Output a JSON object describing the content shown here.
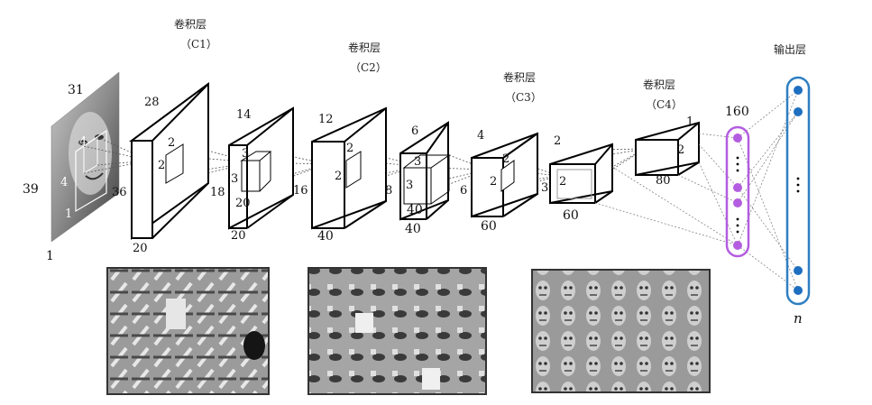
{
  "layers": {
    "c1": {
      "title": "卷积层",
      "sub": "（C1）"
    },
    "c2": {
      "title": "卷积层",
      "sub": "（C2）"
    },
    "c3": {
      "title": "卷积层",
      "sub": "（C3）"
    },
    "c4": {
      "title": "卷积层",
      "sub": "（C4）"
    },
    "output": {
      "title": "输出层"
    }
  },
  "input": {
    "width": "31",
    "height": "39",
    "depth": "1",
    "kernel_a": "4",
    "kernel_b": "4",
    "kernel_depth": "1"
  },
  "c1_dims": {
    "w": "28",
    "h": "36",
    "d": "20",
    "k1": "2",
    "k2": "2"
  },
  "p1_dims": {
    "w": "14",
    "h": "18",
    "d": "20",
    "k1": "3",
    "k2": "3",
    "k3": "20"
  },
  "c2_dims": {
    "w": "12",
    "h": "16",
    "d": "40",
    "k1": "2",
    "k2": "2"
  },
  "p2_dims": {
    "w": "6",
    "h": "8",
    "d": "40",
    "k1": "3",
    "k2": "3",
    "k3": "40"
  },
  "c3_dims": {
    "w": "4",
    "h": "6",
    "d": "60",
    "k1": "2",
    "k2": "2"
  },
  "p3_dims": {
    "w": "2",
    "h": "3",
    "d": "60",
    "k1": "2"
  },
  "c4_dims": {
    "w": "1",
    "h": "2",
    "d": "80"
  },
  "fc": {
    "count": "160"
  },
  "out": {
    "label": "n"
  },
  "colors": {
    "fc_border": "#b35de0",
    "fc_node": "#b35de0",
    "out_border": "#2f7fc1",
    "out_node": "#1f6fc0"
  }
}
